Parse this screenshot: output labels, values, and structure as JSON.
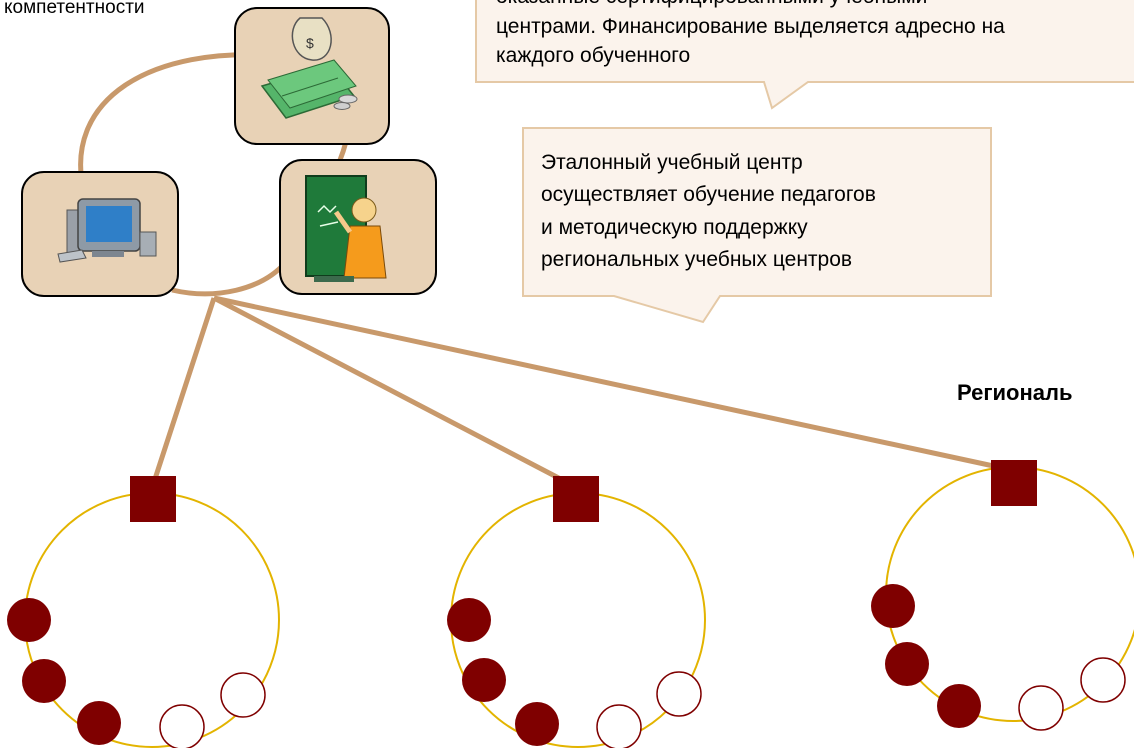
{
  "labels": {
    "top_left_fragment": "компетентности",
    "callout_funding_line1": "оказанные сертифицированными учебными",
    "callout_funding_line2": "центрами. Финансирование выделяется адресно на",
    "callout_funding_line3": "каждого обученного",
    "callout_center_line1": "Эталонный учебный центр",
    "callout_center_line2": "осуществляет обучение педагогов",
    "callout_center_line3": "и методическую поддержку",
    "callout_center_line4": "региональных учебных центров",
    "regional_heading": "Региональ"
  },
  "icons": {
    "tile_left": "computer-icon",
    "tile_top": "money-icon",
    "tile_right": "teacher-icon"
  },
  "colors": {
    "tile_fill": "#e8d2b6",
    "tile_border": "#000000",
    "connector": "#c8996b",
    "ring": "#e3b400",
    "node_dark": "#7f0000",
    "node_open": "#ffffff",
    "callout_fill": "#fbf3ec",
    "callout_border": "#e5c9a6"
  },
  "regional_clusters": [
    {
      "name": "cluster-1",
      "filled_nodes": 3,
      "open_nodes": 2
    },
    {
      "name": "cluster-2",
      "filled_nodes": 3,
      "open_nodes": 2
    },
    {
      "name": "cluster-3",
      "filled_nodes": 3,
      "open_nodes": 2
    }
  ]
}
